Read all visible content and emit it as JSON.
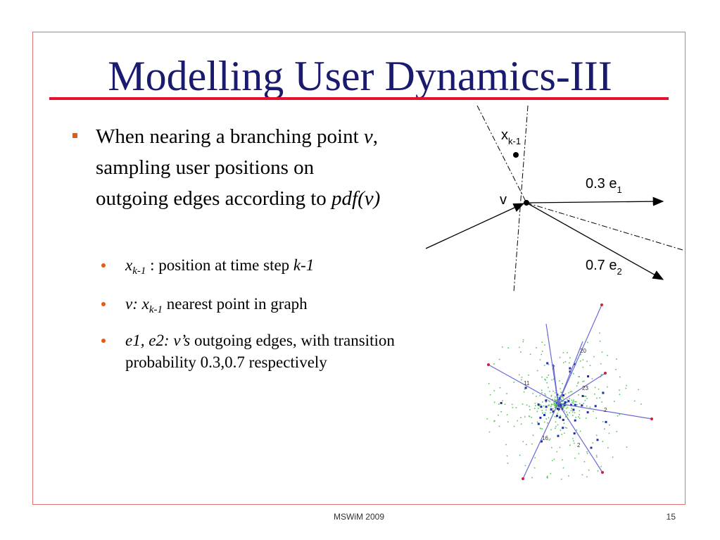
{
  "slide": {
    "title": "Modelling User Dynamics-III",
    "main_bullet": {
      "part1": "When nearing a branching point ",
      "v": "v",
      "part2": ", sampling user positions on outgoing edges according to ",
      "pdf": "pdf(v)"
    },
    "sub_bullets": [
      {
        "x": "x",
        "sub": "k-1",
        "text": " : position at time step ",
        "italic_end": "k-1"
      },
      {
        "lead": "v: x",
        "sub": "k-1",
        "text": " nearest point in graph"
      },
      {
        "lead": "e1, e2: v’s",
        "text": " outgoing edges, with transition probability 0.3,0.7 respectively"
      }
    ],
    "footer": {
      "center": "MSWiM 2009",
      "page": "15"
    }
  },
  "diagram": {
    "labels": {
      "xk1": "x",
      "xk1_sub": "k-1",
      "v": "v",
      "e1": "0.3 e",
      "e1_sub": "1",
      "e2": "0.7 e",
      "e2_sub": "2"
    }
  },
  "graph_labels": [
    "20",
    "7",
    "11",
    "23",
    "2",
    "16",
    "2"
  ],
  "colors": {
    "title": "#1a1a6e",
    "rule": "#e8112d",
    "bullet": "#e85a10",
    "frame": "#e07070"
  }
}
